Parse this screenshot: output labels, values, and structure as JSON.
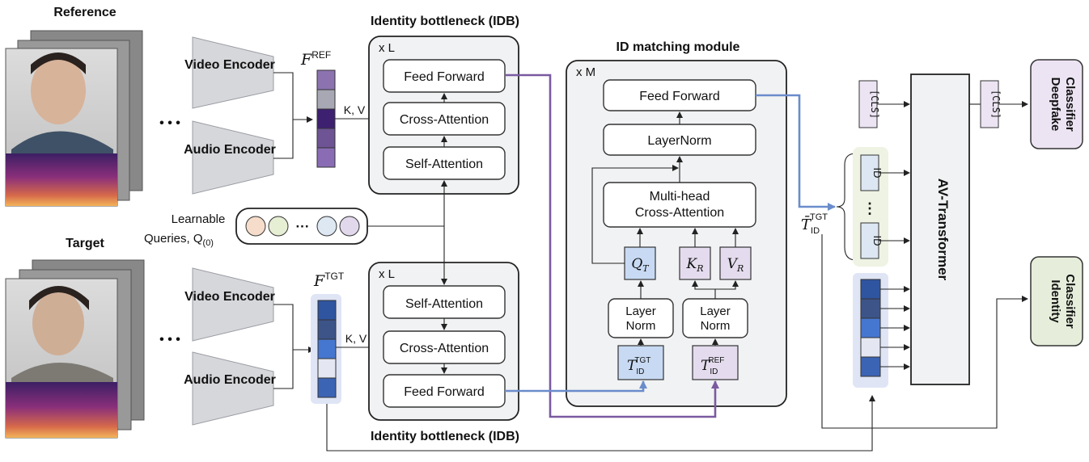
{
  "reference_label": "Reference",
  "target_label": "Target",
  "ellipsis": "• • •",
  "video_encoder": "Video Encoder",
  "audio_encoder": "Audio Encoder",
  "f_ref": "F",
  "f_ref_sup": "REF",
  "f_tgt": "F",
  "f_tgt_sup": "TGT",
  "kv": "K, V",
  "idb_title": "Identity bottleneck (IDB)",
  "idb_repeat": "x L",
  "feed_forward": "Feed Forward",
  "cross_attention": "Cross-Attention",
  "self_attention": "Self-Attention",
  "learnable_queries_line1": "Learnable",
  "learnable_queries_line2": "Queries, Q",
  "learnable_queries_sub": "(0)",
  "query_dots": "···",
  "idm_title": "ID matching module",
  "idm_repeat": "x M",
  "layernorm": "LayerNorm",
  "multihead_line1": "Multi-head",
  "multihead_line2": "Cross-Attention",
  "q_t": "Q",
  "q_t_sub": "T",
  "k_r": "K",
  "k_r_sub": "R",
  "v_r": "V",
  "v_r_sub": "R",
  "layer_norm_line1": "Layer",
  "layer_norm_line2": "Norm",
  "t_id_tgt": "T",
  "t_id_tgt_sub": "ID",
  "t_id_tgt_sup": "TGT",
  "t_id_ref": "T",
  "t_id_ref_sub": "ID",
  "t_id_ref_sup": "REF",
  "tbar_id_tgt": "T̄",
  "tbar_sub": "ID",
  "tbar_sup": "TGT",
  "cls": "[CLS]",
  "id_token": "ID",
  "vdots": "⋮",
  "av_transformer": "AV-Transformer",
  "deepfake_classifier_line1": "Deepfake",
  "deepfake_classifier_line2": "Classifier",
  "identity_classifier_line1": "Identity",
  "identity_classifier_line2": "Classifier",
  "colors": {
    "purple_path": "#7a5aa0",
    "blue_path": "#6a8ccb",
    "deepfake_fill": "#ece4f3",
    "identity_fill": "#e6eedb",
    "id_tokens_bg": "#eef3e3"
  }
}
